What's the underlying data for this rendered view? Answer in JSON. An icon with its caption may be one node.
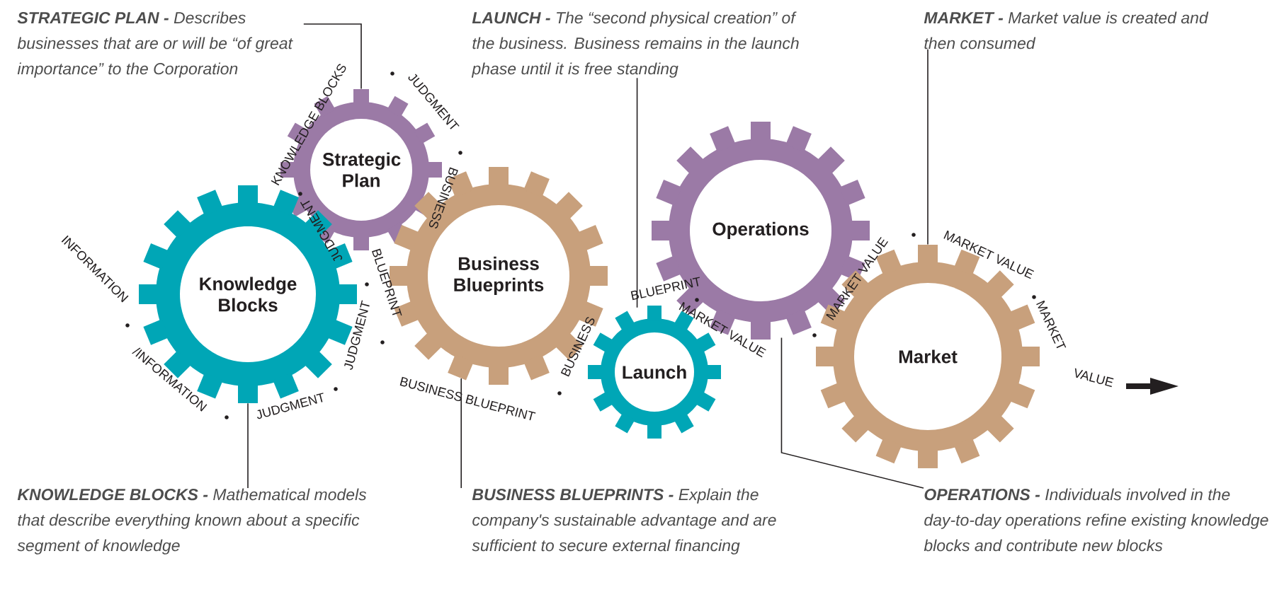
{
  "diagram": {
    "nodes": [
      {
        "text": [
          "**STRATEGIC PLAN -** Describes businesses that are or will be “of great importance” to the Corporation"
        ]
      },
      {
        "text": [
          "**LAUNCH -** The “second physical creation” of the business. Business remains in the launch phase until it is free standing"
        ]
      },
      {
        "text": [
          "**MARKET -** Market value is created and then consumed"
        ]
      },
      {
        "text": [
          "Strategic Plan"
        ]
      },
      {
        "text": [
          "Knowledge Blocks"
        ]
      },
      {
        "text": [
          "Business Blueprints"
        ]
      },
      {
        "text": [
          "Operations"
        ]
      },
      {
        "text": [
          "Launch"
        ]
      },
      {
        "text": [
          "Market"
        ]
      },
      {
        "text": [
          "**KNOWLEDGE BLOCKS -** Mathematical models that describe everything known about a specific segment of knowledge"
        ]
      },
      {
        "text": [
          "**BUSINESS BLUEPRINTS -** Explain the company's sustainable advantage and are sufficient to secure external financing"
        ]
      },
      {
        "text": [
          "**OPERATIONS -** Individuals involved in the day-to-day operations refine existing knowledge blocks and contribute new blocks"
        ]
      }
    ],
    "edges": [
      {
        "from": 0,
        "to": 3,
        "arrow": "none"
      },
      {
        "from": 1,
        "to": 7,
        "arrow": "none"
      },
      {
        "from": 2,
        "to": 8,
        "arrow": "none"
      },
      {
        "from": 9,
        "to": 4,
        "arrow": "none"
      },
      {
        "from": 10,
        "to": 5,
        "arrow": "none"
      },
      {
        "from": 11,
        "to": 6,
        "arrow": "none"
      }
    ],
    "labels": [
      "KNOWLEDGE BLOCKS",
      "JUDGMENT",
      "BUSINESS",
      "JUDGMENT",
      "INFORMATION",
      "/INFORMATION",
      "JUDGMENT",
      "JUDGMENT",
      "BLUEPRINT",
      "BUSINESS BLUEPRINT",
      "BUSINESS",
      "BLUEPRINT",
      "MARKET VALUE",
      "MARKET VALUE",
      "MARKET VALUE",
      "MARKET",
      "VALUE"
    ]
  }
}
